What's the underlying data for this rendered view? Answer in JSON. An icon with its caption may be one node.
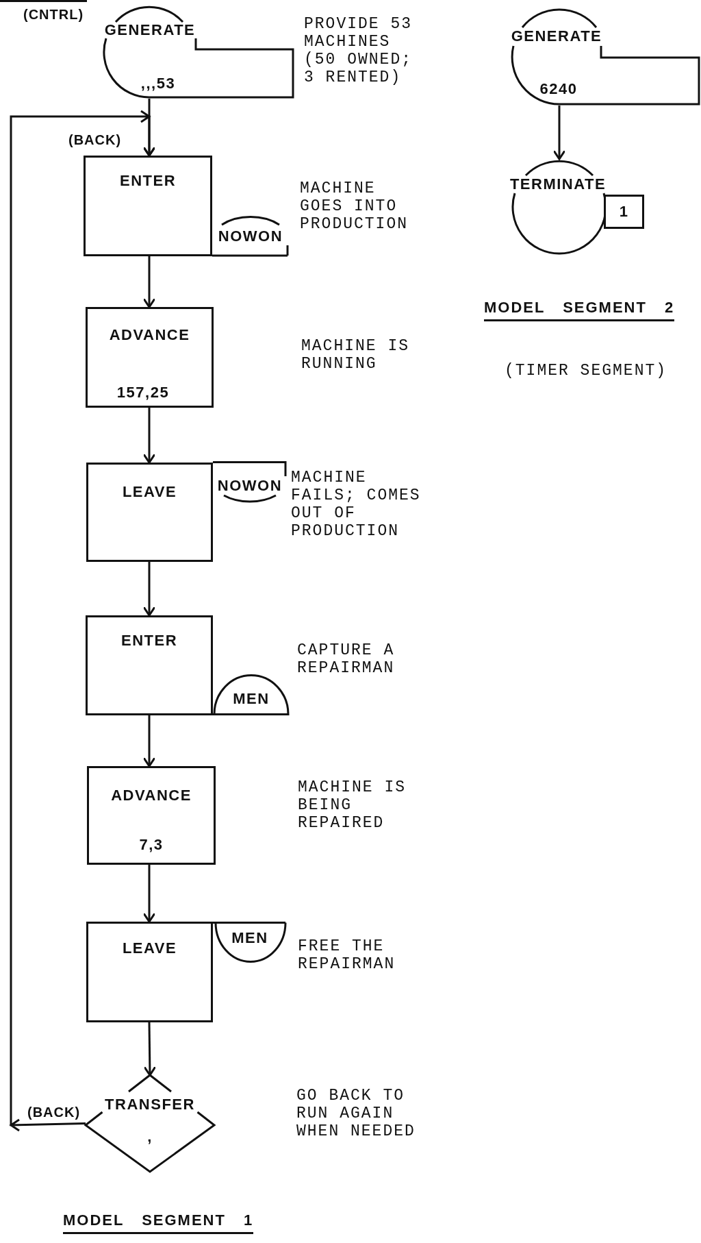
{
  "diagram": {
    "nodes": [
      {
        "text": [
          "GENERATE",
          ",,,53"
        ],
        "beside": [
          "(CNTRL)",
          "PROVIDE 53 MACHINES (50 OWNED; 3 RENTED)"
        ]
      },
      {
        "text": [
          "ENTER"
        ],
        "beside": [
          "(BACK)"
        ]
      },
      {
        "text": [
          "NOWON"
        ]
      },
      {
        "text": [
          "ADVANCE",
          "157,25"
        ]
      },
      {
        "text": [
          "LEAVE"
        ]
      },
      {
        "text": [
          "NOWON"
        ]
      },
      {
        "text": [
          "ENTER"
        ]
      },
      {
        "text": [
          "MEN"
        ]
      },
      {
        "text": [
          "ADVANCE",
          "7,3"
        ]
      },
      {
        "text": [
          "LEAVE"
        ]
      },
      {
        "text": [
          "MEN"
        ]
      },
      {
        "text": [
          "TRANSFER",
          ","
        ]
      },
      {
        "text": [
          "GENERATE",
          "6240"
        ]
      },
      {
        "text": [
          "TERMINATE"
        ]
      },
      {
        "text": [
          "1"
        ]
      }
    ],
    "edges": [
      {
        "from": 0,
        "to": 1,
        "arrow": "to"
      },
      {
        "from": 1,
        "to": 3,
        "arrow": "to"
      },
      {
        "from": 3,
        "to": 4,
        "arrow": "to"
      },
      {
        "from": 4,
        "to": 6,
        "arrow": "to"
      },
      {
        "from": 6,
        "to": 8,
        "arrow": "to"
      },
      {
        "from": 8,
        "to": 9,
        "arrow": "to"
      },
      {
        "from": 9,
        "to": 11,
        "arrow": "to"
      },
      {
        "from": 11,
        "to": 1,
        "arrow": "to",
        "label": "(BACK)"
      },
      {
        "from": 12,
        "to": 13,
        "arrow": "to"
      }
    ],
    "labels": [
      "MACHINE GOES INTO PRODUCTION",
      "MACHINE IS RUNNING",
      "MACHINE FAILS; COMES OUT OF PRODUCTION",
      "CAPTURE A REPAIRMAN",
      "MACHINE IS BEING REPAIRED",
      "FREE THE REPAIRMAN",
      "GO BACK TO RUN AGAIN WHEN NEEDED",
      "MODEL SEGMENT 2",
      "(TIMER SEGMENT)",
      "MODEL SEGMENT 1"
    ]
  }
}
